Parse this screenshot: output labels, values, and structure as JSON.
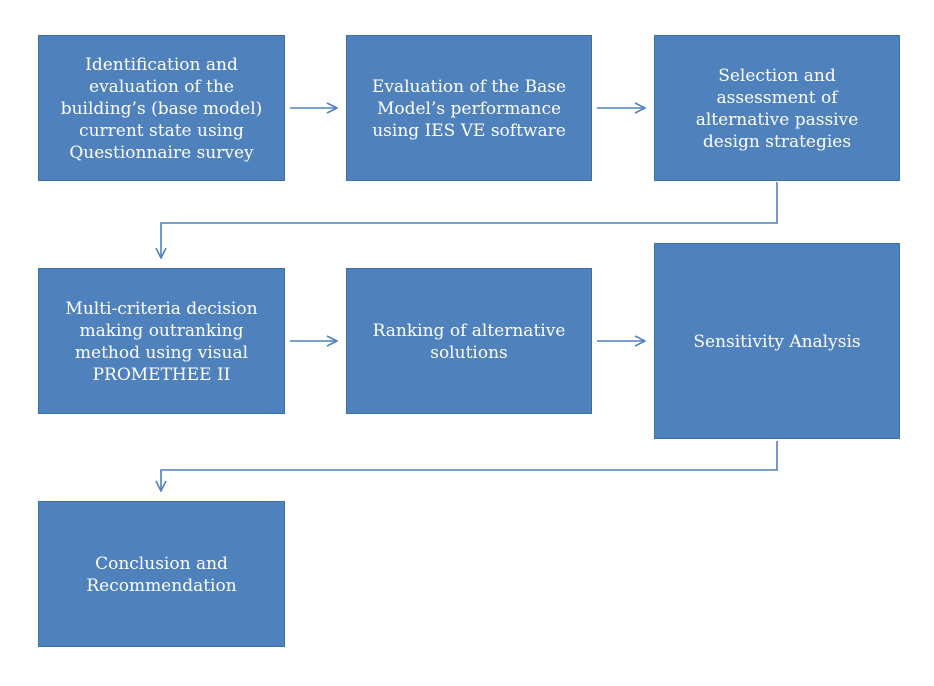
{
  "steps": [
    "Identification and\nevaluation of the\nbuilding’s (base model)\ncurrent state using\nQuestionnaire survey",
    "Evaluation of the Base\nModel’s performance\nusing IES VE software",
    "Selection and\nassessment of\nalternative passive\ndesign strategies",
    "Multi-criteria decision\nmaking outranking\nmethod using visual\nPROMETHEE II",
    "Ranking of alternative\nsolutions",
    "Sensitivity Analysis",
    "Conclusion and\nRecommendation"
  ],
  "colors": {
    "box_fill": "#4f81bd",
    "box_border": "#3c6fae",
    "arrow": "#4f81bd",
    "text": "#ffffff"
  }
}
